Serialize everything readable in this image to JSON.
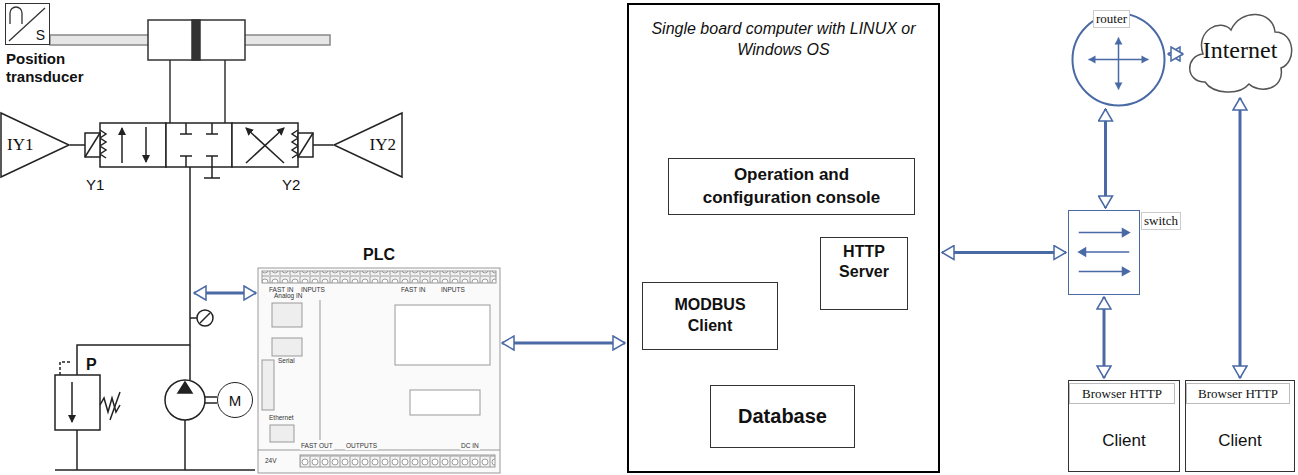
{
  "diagram": {
    "nodes": [
      {
        "text": [
          "S",
          "Position transducer"
        ]
      },
      {
        "text": [
          "IY1"
        ]
      },
      {
        "text": [
          "IY2"
        ]
      },
      {
        "text": [
          "M"
        ]
      },
      {
        "text": [
          "PLC"
        ]
      },
      {
        "text": [
          "Single board computer with LINUX or Windows OS"
        ]
      },
      {
        "text": [
          "Operation and configuration console"
        ],
        "in": 5
      },
      {
        "text": [
          "HTTP Server"
        ],
        "in": 5
      },
      {
        "text": [
          "MODBUS Client"
        ],
        "in": 5
      },
      {
        "text": [
          "Database"
        ],
        "in": 5
      },
      {
        "text": [
          "router"
        ]
      },
      {
        "text": [
          "Internet"
        ]
      },
      {
        "text": [
          "switch"
        ]
      },
      {
        "text": [
          "Client"
        ]
      },
      {
        "text": [
          "Browser HTTP"
        ],
        "in": 13
      },
      {
        "text": [
          "Client"
        ]
      },
      {
        "text": [
          "Browser HTTP"
        ],
        "in": 15
      }
    ],
    "edges": [
      {
        "from": 4,
        "to": 5,
        "arrow": "both"
      },
      {
        "from": 5,
        "to": 12,
        "arrow": "both"
      },
      {
        "from": 10,
        "to": 11,
        "arrow": "both"
      },
      {
        "from": 10,
        "to": 12,
        "arrow": "both"
      },
      {
        "from": 12,
        "to": 13,
        "arrow": "both"
      },
      {
        "from": 11,
        "to": 15,
        "arrow": "both"
      }
    ],
    "labels": [
      "Y1",
      "Y2",
      "P",
      "FAST IN",
      "INPUTS",
      "FAST IN",
      "INPUTS",
      "Analog IN",
      "Serial",
      "Ethernet",
      "FAST OUT",
      "OUTPUTS",
      "DC IN",
      "24V"
    ]
  }
}
